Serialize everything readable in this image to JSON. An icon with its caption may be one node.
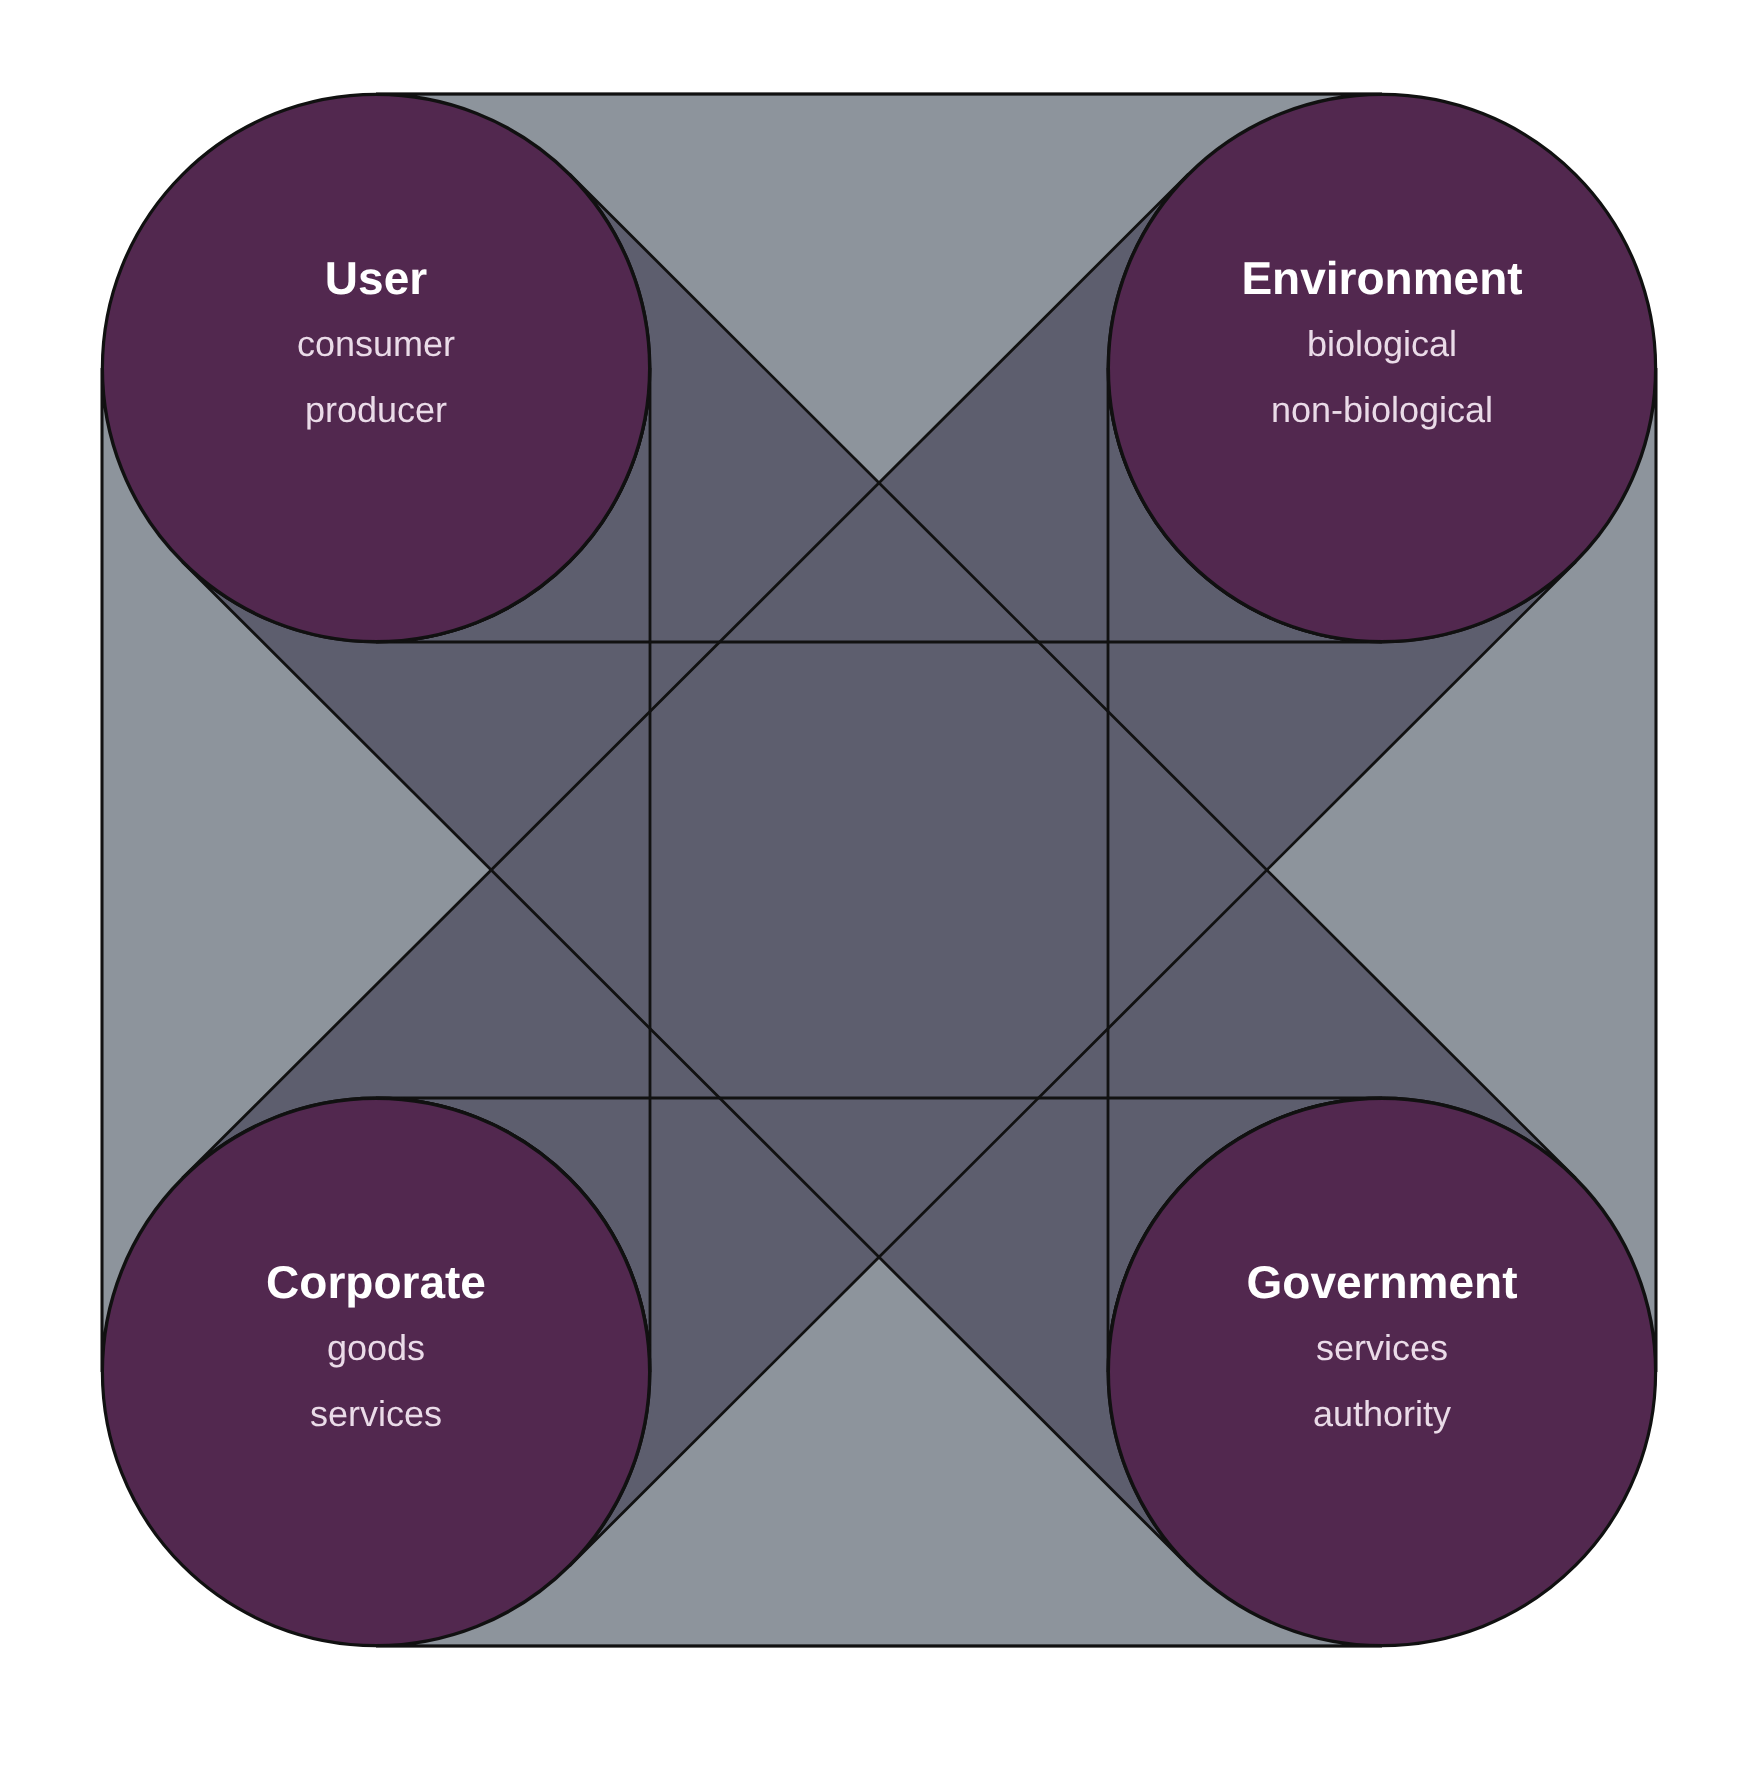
{
  "diagram": {
    "nodes": [
      {
        "text": [
          "User",
          "consumer",
          "producer"
        ]
      },
      {
        "text": [
          "Environment",
          "biological",
          "non-biological"
        ]
      },
      {
        "text": [
          "Corporate",
          "goods",
          "services"
        ]
      },
      {
        "text": [
          "Government",
          "services",
          "authority"
        ]
      }
    ],
    "edges": [
      {
        "from": 0,
        "to": 1,
        "arrow": "none"
      },
      {
        "from": 0,
        "to": 2,
        "arrow": "none"
      },
      {
        "from": 1,
        "to": 3,
        "arrow": "none"
      },
      {
        "from": 2,
        "to": 3,
        "arrow": "none"
      },
      {
        "from": 0,
        "to": 3,
        "arrow": "none"
      },
      {
        "from": 1,
        "to": 2,
        "arrow": "none"
      }
    ]
  }
}
